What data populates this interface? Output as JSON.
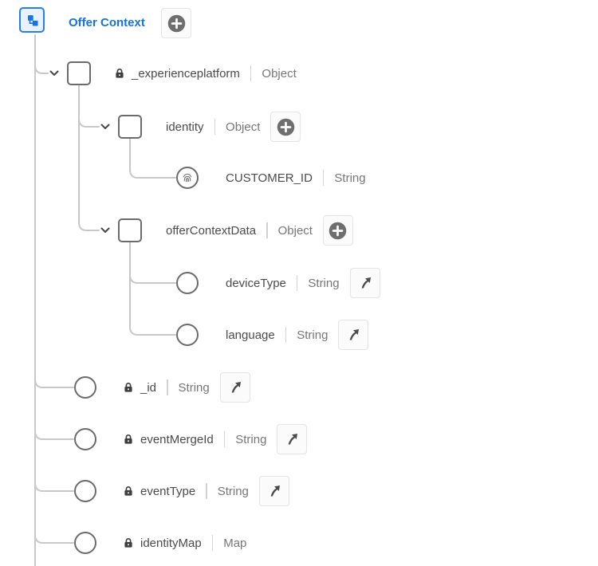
{
  "header": {
    "title": "Offer Context",
    "add_button_icon": "plus-circle"
  },
  "colors": {
    "accent_blue": "#1473E6",
    "icon_border_blue": "#2680EB",
    "icon_bg_blue": "#E8F1FC",
    "connector_gray": "#C8C8C8",
    "node_border_gray": "#6B6B6B",
    "field_name_gray": "#4B4B4B",
    "field_type_gray": "#767676",
    "button_glyph_gray": "#6E6E6E"
  },
  "tree": {
    "nodes": [
      {
        "name": "_experienceplatform",
        "type": "Object",
        "locked": true,
        "expanded": true,
        "node_icon": "square",
        "add_button": false,
        "map_button": false
      },
      {
        "name": "identity",
        "type": "Object",
        "locked": false,
        "expanded": true,
        "node_icon": "square",
        "add_button": true,
        "map_button": false
      },
      {
        "name": "CUSTOMER_ID",
        "type": "String",
        "locked": false,
        "expanded": false,
        "node_icon": "fingerprint",
        "add_button": false,
        "map_button": false
      },
      {
        "name": "offerContextData",
        "type": "Object",
        "locked": false,
        "expanded": true,
        "node_icon": "square",
        "add_button": true,
        "map_button": false
      },
      {
        "name": "deviceType",
        "type": "String",
        "locked": false,
        "expanded": false,
        "node_icon": "circle",
        "add_button": false,
        "map_button": true
      },
      {
        "name": "language",
        "type": "String",
        "locked": false,
        "expanded": false,
        "node_icon": "circle",
        "add_button": false,
        "map_button": true
      },
      {
        "name": "_id",
        "type": "String",
        "locked": true,
        "expanded": false,
        "node_icon": "circle",
        "add_button": false,
        "map_button": true
      },
      {
        "name": "eventMergeId",
        "type": "String",
        "locked": true,
        "expanded": false,
        "node_icon": "circle",
        "add_button": false,
        "map_button": true
      },
      {
        "name": "eventType",
        "type": "String",
        "locked": true,
        "expanded": false,
        "node_icon": "circle",
        "add_button": false,
        "map_button": true
      },
      {
        "name": "identityMap",
        "type": "Map",
        "locked": true,
        "expanded": false,
        "node_icon": "circle",
        "add_button": false,
        "map_button": false
      }
    ]
  }
}
